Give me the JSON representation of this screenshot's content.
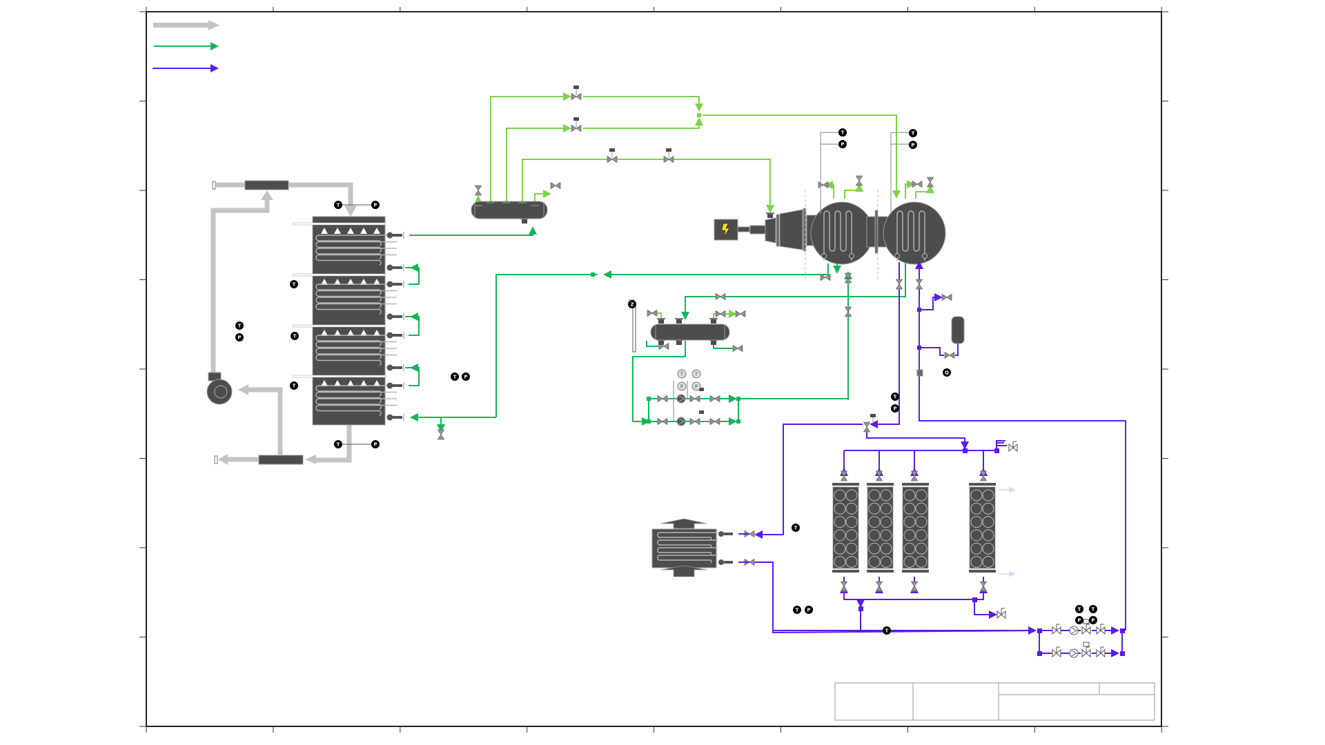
{
  "document": {
    "type": "process-flow-diagram",
    "legend": [
      {
        "name": "air-flow",
        "label": "",
        "color": "#c4c4c4"
      },
      {
        "name": "water-steam",
        "label": "",
        "color": "#13b656"
      },
      {
        "name": "cooling-water",
        "label": "",
        "color": "#5b19f0"
      }
    ],
    "colors": {
      "air": "#c4c4c4",
      "steam": "#7dd34a",
      "water": "#13b656",
      "cooling": "#5b19f0",
      "equipment": "#4d4d4d",
      "frame": "#222222",
      "generator_symbol": "#ffe000"
    },
    "title_block": {
      "cell_1": "",
      "cell_2": "",
      "cell_3": "",
      "cell_4": "",
      "cell_5": ""
    }
  },
  "sensors": {
    "tower_top_t": "T",
    "tower_top_p": "P",
    "tower_bottom_t": "T",
    "tower_bottom_p": "P",
    "tower_level1_t": "T",
    "tower_level2_t": "T",
    "tower_level3_t": "T",
    "fan_t": "T",
    "fan_p": "P",
    "water_return_t": "T",
    "water_return_p": "P",
    "hp_cond_t": "T",
    "hp_cond_p": "P",
    "lp_cond_t": "T",
    "lp_cond_p": "P",
    "deaerator_level": "Z",
    "feedpump1_t": "T",
    "feedpump1_p": "P",
    "feedpump2_t": "T",
    "feedpump2_p": "P",
    "cooling_mix_t": "T",
    "cooling_mix_p": "P",
    "flow_q": "Q",
    "cooler_in_t": "T",
    "cooler_out_t": "T",
    "cooler_out_p": "P",
    "return_header_t": "T",
    "cwpump1_t": "T",
    "cwpump1_p": "P",
    "cwpump2_t": "T",
    "cwpump2_p": "P"
  }
}
